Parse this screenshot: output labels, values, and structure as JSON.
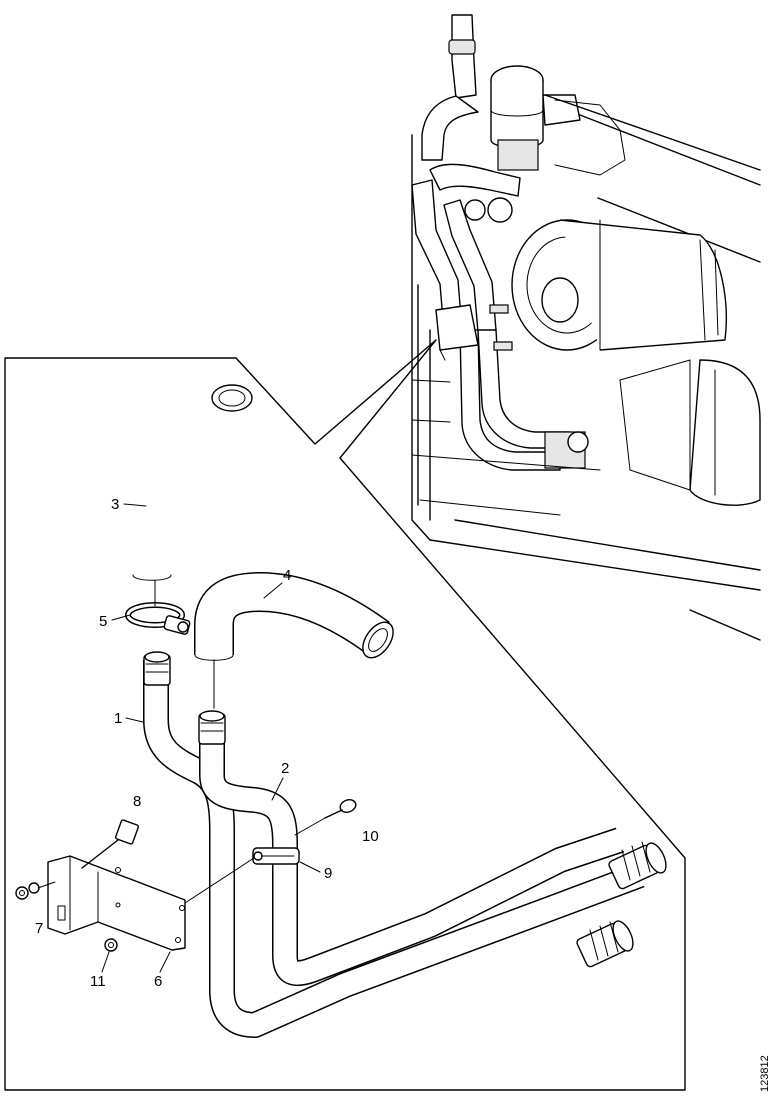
{
  "callouts": {
    "c1": "1",
    "c2": "2",
    "c3": "3",
    "c4": "4",
    "c5": "5",
    "c6": "6",
    "c7": "7",
    "c8": "8",
    "c9": "9",
    "c10": "10",
    "c11": "11"
  },
  "figure_ref": "123812",
  "colors": {
    "line": "#000000",
    "background": "#ffffff",
    "shade": "#e6e6e6"
  }
}
